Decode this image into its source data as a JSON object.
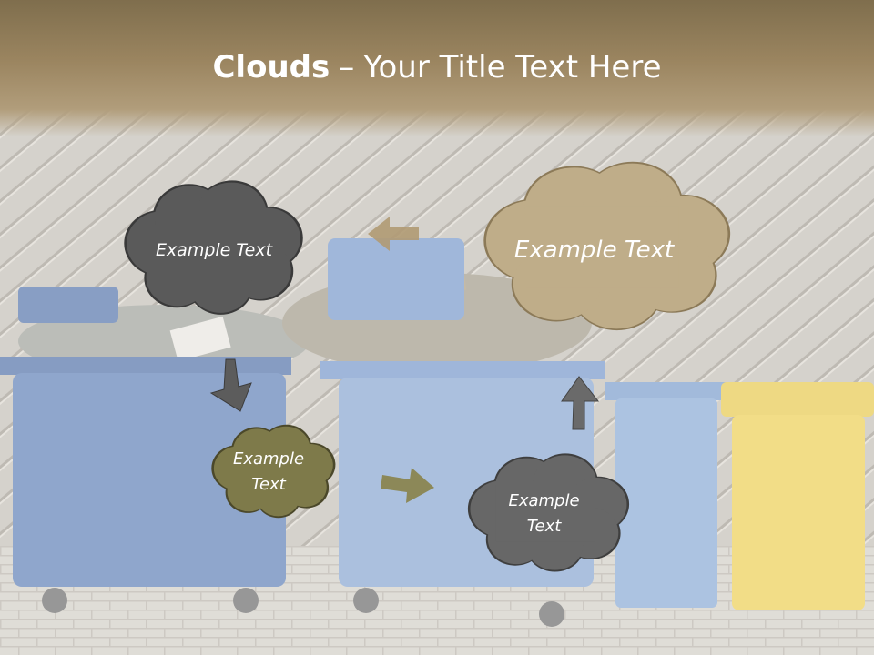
{
  "slide": {
    "title_bold": "Clouds",
    "title_separator": "–",
    "title_rest": "Your Title Text Here"
  },
  "clouds": [
    {
      "text": "Example Text",
      "color": "#5a5a5a"
    },
    {
      "text": "Example Text",
      "color": "#bfad89"
    },
    {
      "text": "Example Text",
      "color": "#7e7a4a"
    },
    {
      "text": "Example Text",
      "color": "#676767"
    }
  ],
  "arrows": [
    {
      "color": "#b09a73",
      "direction": "left"
    },
    {
      "color": "#5c5c5c",
      "direction": "down"
    },
    {
      "color": "#8a8550",
      "direction": "right"
    },
    {
      "color": "#6a6a6a",
      "direction": "up"
    }
  ],
  "colors": {
    "header": "#9b8560",
    "title_text": "#ffffff",
    "bin_blue": "#3e67a8",
    "bin_light_blue": "#6f93c6",
    "bin_yellow": "#e8c531"
  }
}
